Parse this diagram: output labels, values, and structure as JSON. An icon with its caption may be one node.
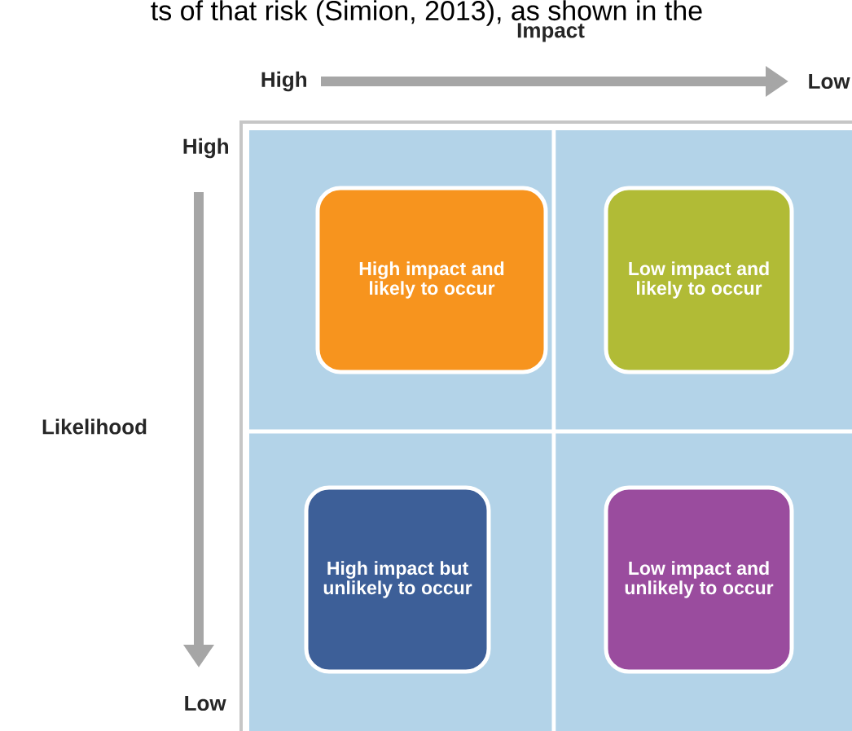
{
  "diagram": {
    "nodes": [
      {
        "text": [
          "High impact and likely to occur"
        ]
      },
      {
        "text": [
          "Low impact and likely to occur"
        ]
      },
      {
        "text": [
          "High impact but unlikely to occur"
        ]
      },
      {
        "text": [
          "Low impact and unlikely to occur"
        ]
      }
    ],
    "labels": [
      "ts of that risk (Simion, 2013), as shown in the",
      "Impact",
      "High",
      "Low",
      "High",
      "Likelihood",
      "Low"
    ]
  }
}
